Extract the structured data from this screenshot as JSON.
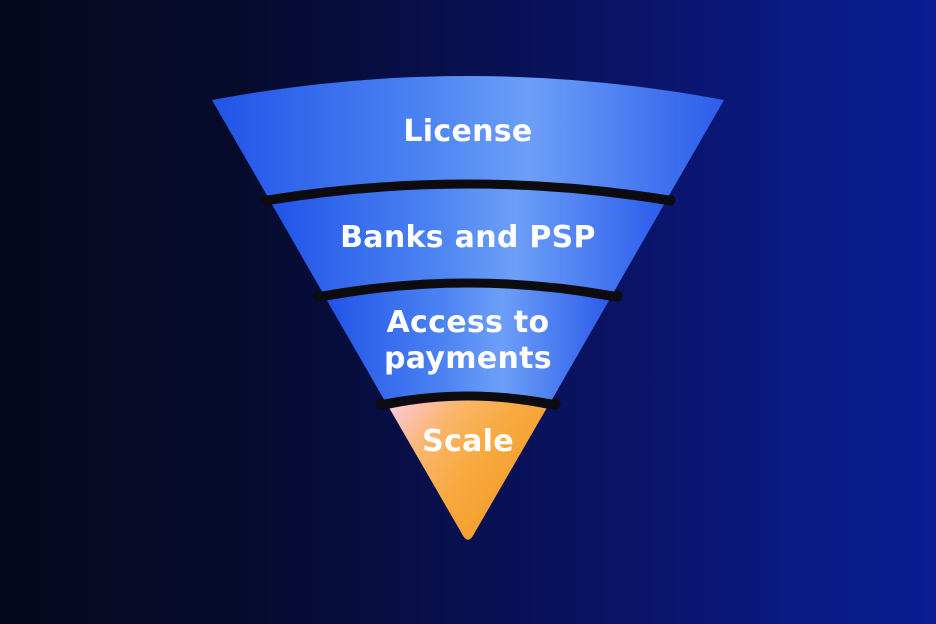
{
  "diagram": {
    "type": "inverted-funnel",
    "background": {
      "gradient_left": "#05091e",
      "gradient_mid": "#081050",
      "gradient_right": "#0a1d92"
    },
    "funnel": {
      "levels": [
        {
          "id": "license",
          "label": "License"
        },
        {
          "id": "banks-psp",
          "label": "Banks and PSP"
        },
        {
          "id": "access-payments",
          "label": "Access to payments"
        },
        {
          "id": "scale",
          "label": "Scale"
        }
      ],
      "colors": {
        "band_edge_left": "#2154e8",
        "band_mid": "#4d84f2",
        "band_light": "#6d9ff8",
        "band_edge_right": "#2c5ceb",
        "scale_pink": "#fcc9e4",
        "scale_peach": "#fab567",
        "scale_orange": "#f8a93c",
        "scale_deep_orange": "#f0992a",
        "separator": "#0b0b10",
        "label_text": "#ffffff"
      }
    }
  }
}
